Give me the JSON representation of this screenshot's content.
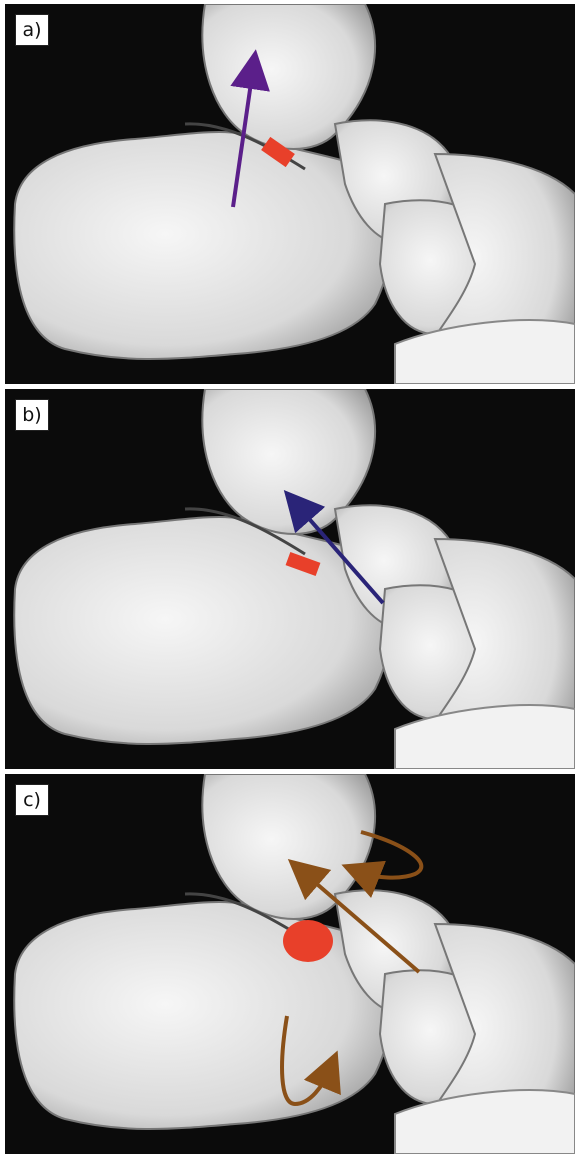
{
  "panels": [
    {
      "label": "a)",
      "arrows": [
        {
          "color": "#5b1f8a",
          "meaning": "purple-arrow"
        }
      ],
      "markers": [
        {
          "shape": "rectangle",
          "color": "#e8402a"
        }
      ]
    },
    {
      "label": "b)",
      "arrows": [
        {
          "color": "#2a2478",
          "meaning": "navy-arrow"
        }
      ],
      "markers": [
        {
          "shape": "rectangle",
          "color": "#e8402a"
        }
      ]
    },
    {
      "label": "c)",
      "arrows": [
        {
          "color": "#8a5018",
          "meaning": "brown-arrow"
        },
        {
          "color": "#8a5018",
          "meaning": "brown-curved-arrow-upper"
        },
        {
          "color": "#8a5018",
          "meaning": "brown-curved-arrow-lower"
        }
      ],
      "markers": [
        {
          "shape": "ellipse",
          "color": "#e8402a"
        }
      ]
    }
  ],
  "colors": {
    "background": "#0b0b0b",
    "bone": "#ececec",
    "bone_shadow": "#a6a6a6",
    "marker": "#e8402a"
  }
}
